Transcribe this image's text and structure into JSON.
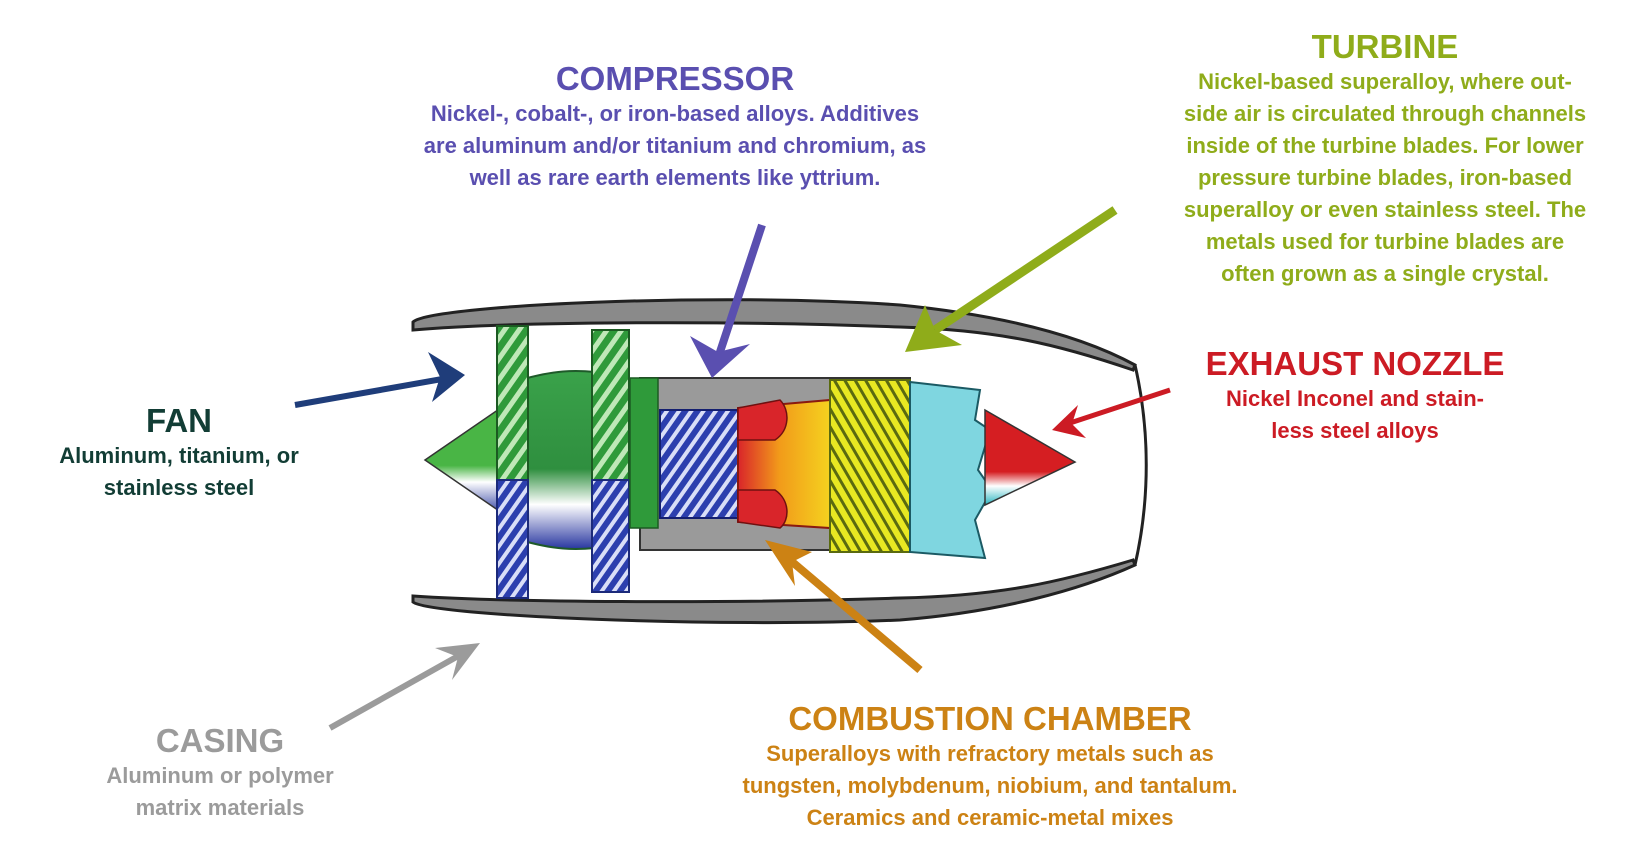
{
  "fan": {
    "title": "FAN",
    "desc_line1": "Aluminum, titanium, or",
    "desc_line2": "stainless steel"
  },
  "casing": {
    "title": "CASING",
    "desc_line1": "Aluminum or polymer",
    "desc_line2": "matrix materials"
  },
  "compressor": {
    "title": "COMPRESSOR",
    "desc_line1": "Nickel-, cobalt-, or iron-based alloys. Additives",
    "desc_line2": "are aluminum and/or titanium and chromium, as",
    "desc_line3": "well as rare earth elements like yttrium."
  },
  "turbine": {
    "title": "TURBINE",
    "desc_line1": "Nickel-based superalloy, where out-",
    "desc_line2": "side air is circulated through channels",
    "desc_line3": "inside of the turbine blades. For lower",
    "desc_line4": "pressure turbine blades, iron-based",
    "desc_line5": "superalloy or even stainless steel. The",
    "desc_line6": "metals used for turbine blades are",
    "desc_line7": "often grown as a single crystal."
  },
  "exhaust": {
    "title": "EXHAUST NOZZLE",
    "desc_line1": "Nickel Inconel and stain-",
    "desc_line2": "less steel alloys"
  },
  "combustion": {
    "title": "COMBUSTION CHAMBER",
    "desc_line1": "Superalloys with refractory metals such as",
    "desc_line2": "tungsten, molybdenum, niobium, and tantalum.",
    "desc_line3": "Ceramics and ceramic-metal mixes"
  },
  "colors": {
    "fan": "#123d35",
    "fan_arrow": "#1f3d7a",
    "casing": "#9b9b9b",
    "compressor": "#5a4fb0",
    "turbine": "#8fac1a",
    "exhaust": "#cc1b24",
    "combustion": "#cc8214"
  }
}
